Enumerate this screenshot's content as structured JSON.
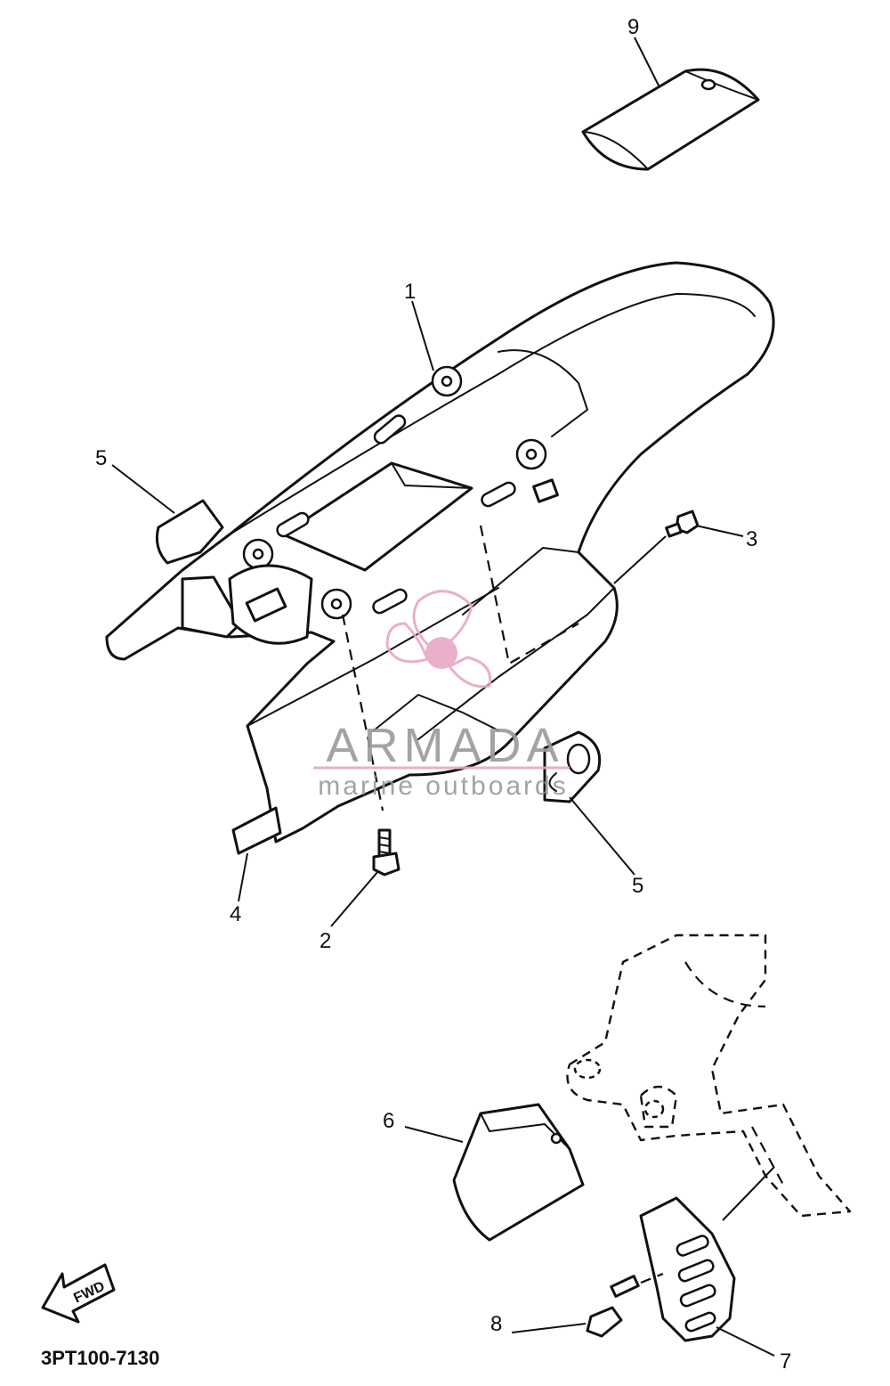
{
  "diagram": {
    "code": "3PT100-7130",
    "fwd_label": "FWD",
    "callouts": [
      {
        "id": "c1",
        "label": "1"
      },
      {
        "id": "c2",
        "label": "2"
      },
      {
        "id": "c3",
        "label": "3"
      },
      {
        "id": "c4",
        "label": "4"
      },
      {
        "id": "c5a",
        "label": "5"
      },
      {
        "id": "c5b",
        "label": "5"
      },
      {
        "id": "c6",
        "label": "6"
      },
      {
        "id": "c7",
        "label": "7"
      },
      {
        "id": "c8",
        "label": "8"
      },
      {
        "id": "c9",
        "label": "9"
      }
    ]
  },
  "watermark": {
    "brand": "ARMADA",
    "tagline": "marine outboards",
    "brand_color": "#9a9a9a",
    "accent_color": "#e8a7c6",
    "accent_dark": "#d46fa0"
  }
}
